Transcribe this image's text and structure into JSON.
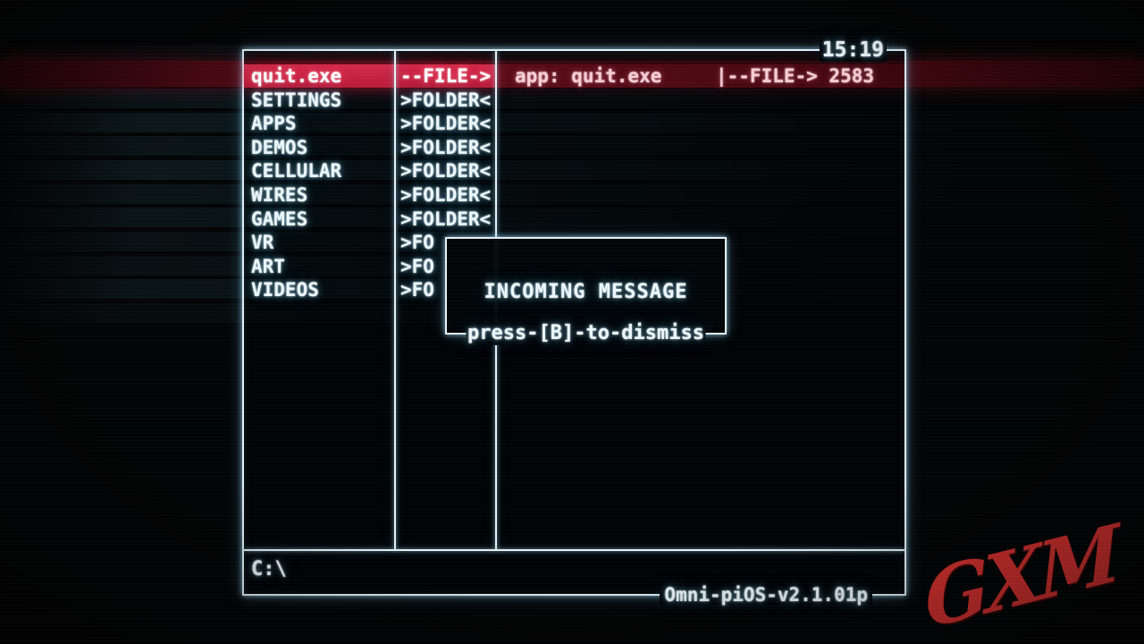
{
  "clock": {
    "time": "15:19"
  },
  "window": {
    "browser": {
      "selected_index": 0,
      "rows": [
        {
          "name": "quit.exe",
          "type": "--FILE->"
        },
        {
          "name": "SETTINGS",
          "type": ">FOLDER<"
        },
        {
          "name": "APPS",
          "type": ">FOLDER<"
        },
        {
          "name": "DEMOS",
          "type": ">FOLDER<"
        },
        {
          "name": "CELLULAR",
          "type": ">FOLDER<"
        },
        {
          "name": "WIRES",
          "type": ">FOLDER<"
        },
        {
          "name": "GAMES",
          "type": ">FOLDER<"
        },
        {
          "name": "VR",
          "type": ">FO"
        },
        {
          "name": "ART",
          "type": ">FO"
        },
        {
          "name": "VIDEOS",
          "type": ">FO"
        }
      ]
    },
    "info_panel": {
      "app_label": "app: quit.exe",
      "file_stat": "|--FILE-> 2583"
    },
    "modal": {
      "title": "INCOMING MESSAGE",
      "dismiss_hint": "press-[B]-to-dismiss"
    },
    "command_bar": {
      "prompt": "C:\\"
    },
    "footer": {
      "os_version": "Omni-piOS-v2.1.01p"
    }
  },
  "watermark": {
    "text": "GXM"
  },
  "colors": {
    "selected_row": "#c62241",
    "alert_band": "#4b0912",
    "ui_text": "#ecf6fb",
    "info_text": "#f6cdd5",
    "logo_red": "#d5312f"
  }
}
